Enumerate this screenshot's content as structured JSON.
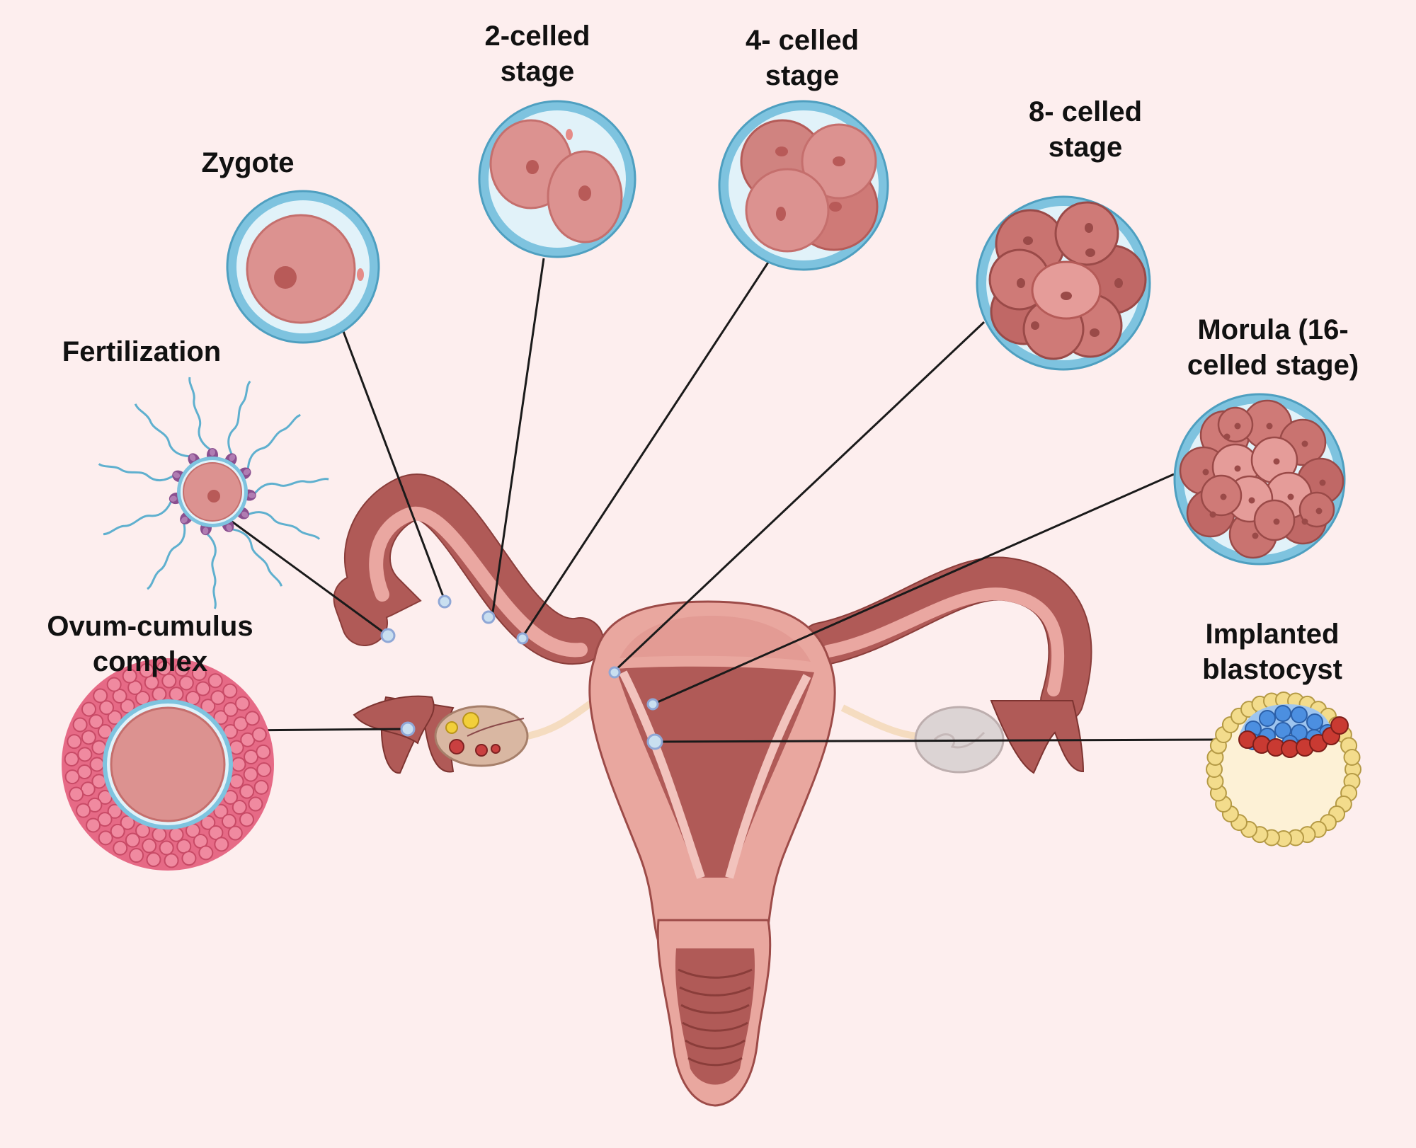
{
  "labels": {
    "zygote": "Zygote",
    "two_cell": [
      "2-celled",
      "stage"
    ],
    "four_cell": [
      "4- celled",
      "stage"
    ],
    "eight_cell": [
      "8- celled",
      "stage"
    ],
    "morula": [
      "Morula (16-",
      "celled stage)"
    ],
    "fertilization": "Fertilization",
    "ovum_cumulus": [
      "Ovum-cumulus",
      "complex"
    ],
    "implanted_blastocyst": [
      "Implanted",
      "blastocyst"
    ]
  },
  "colors": {
    "background": "#fdeeee",
    "zona_blue": "#7ec3df",
    "cell_pink": "#dc9290",
    "uterus_dark": "#b05a57",
    "uterus_light": "#eba7a1",
    "blastocyst_yellow": "#f7e2a0",
    "icm_blue": "#4c8fe0",
    "icm_red": "#c93a32"
  }
}
